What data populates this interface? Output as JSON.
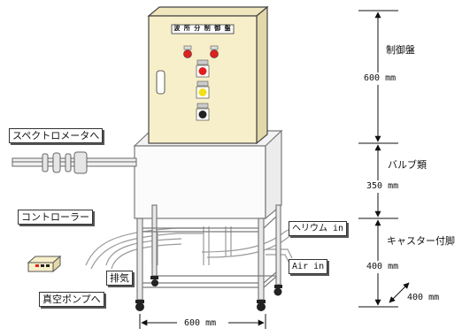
{
  "panel_title": "波 所 分 制 御 盤",
  "labels": {
    "spectrometer": "スペクトロメータへ",
    "controller": "コントローラー",
    "exhaust": "排気",
    "vacuum_pump": "真空ポンプへ",
    "helium_in": "ヘリウム in",
    "air_in": "Air in"
  },
  "dimensions": {
    "control_panel_label": "制御盤",
    "control_panel_height": "600 mm",
    "valves_label": "バルブ類",
    "valves_height": "350 mm",
    "caster_label": "キャスター付脚",
    "caster_height": "400 mm",
    "depth": "400 mm",
    "width": "600 mm"
  },
  "colors": {
    "panel_fill": "#f7efc9",
    "red_lamp": "#e02020",
    "yellow_lamp": "#f2e01a",
    "frame": "#9a9a9a"
  }
}
